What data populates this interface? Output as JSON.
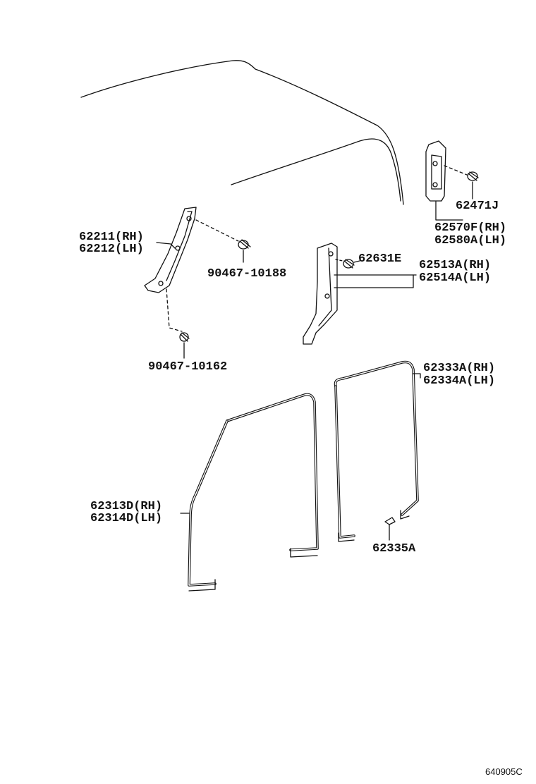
{
  "labels": {
    "pillar_front_rh": "62211(RH)",
    "pillar_front_lh": "62212(LH)",
    "clip_upper": "90467-10188",
    "clip_lower": "90467-10162",
    "clip_center": "62631E",
    "pillar_center_rh": "62513A(RH)",
    "pillar_center_lh": "62514A(LH)",
    "clip_rear": "62471J",
    "pillar_rear_rh": "62570F(RH)",
    "pillar_rear_lh": "62580A(LH)",
    "weatherstrip_rear_rh": "62333A(RH)",
    "weatherstrip_rear_lh": "62334A(LH)",
    "weatherstrip_front_rh": "62313D(RH)",
    "weatherstrip_front_lh": "62314D(LH)",
    "plug": "62335A"
  },
  "diagram_code": "640905C"
}
